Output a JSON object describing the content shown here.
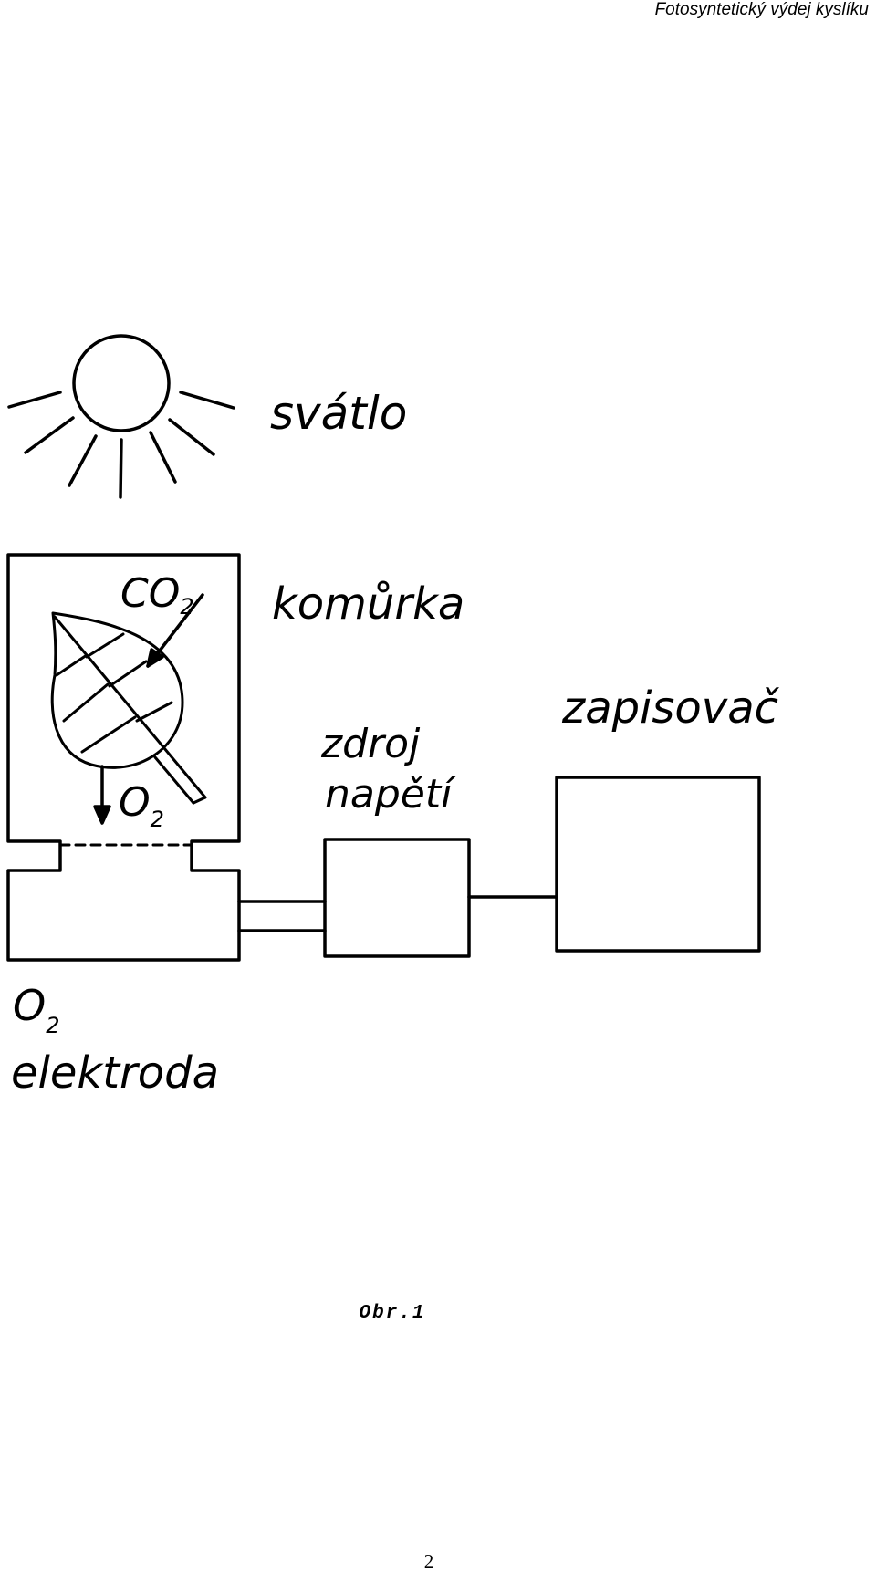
{
  "header": {
    "title": "Fotosyntetický výdej kyslíku"
  },
  "labels": {
    "light": "svátlo",
    "co2_main": "CO",
    "co2_sub": "2",
    "chamber": "komůrka",
    "o2_main": "O",
    "o2_sub": "2",
    "power_line1": "zdroj",
    "power_line2": "napětí",
    "recorder": "zapisovač",
    "electrode_o2_main": "O",
    "electrode_o2_sub": "2",
    "electrode": "elektroda"
  },
  "caption": "Obr.1",
  "page_number": "2"
}
